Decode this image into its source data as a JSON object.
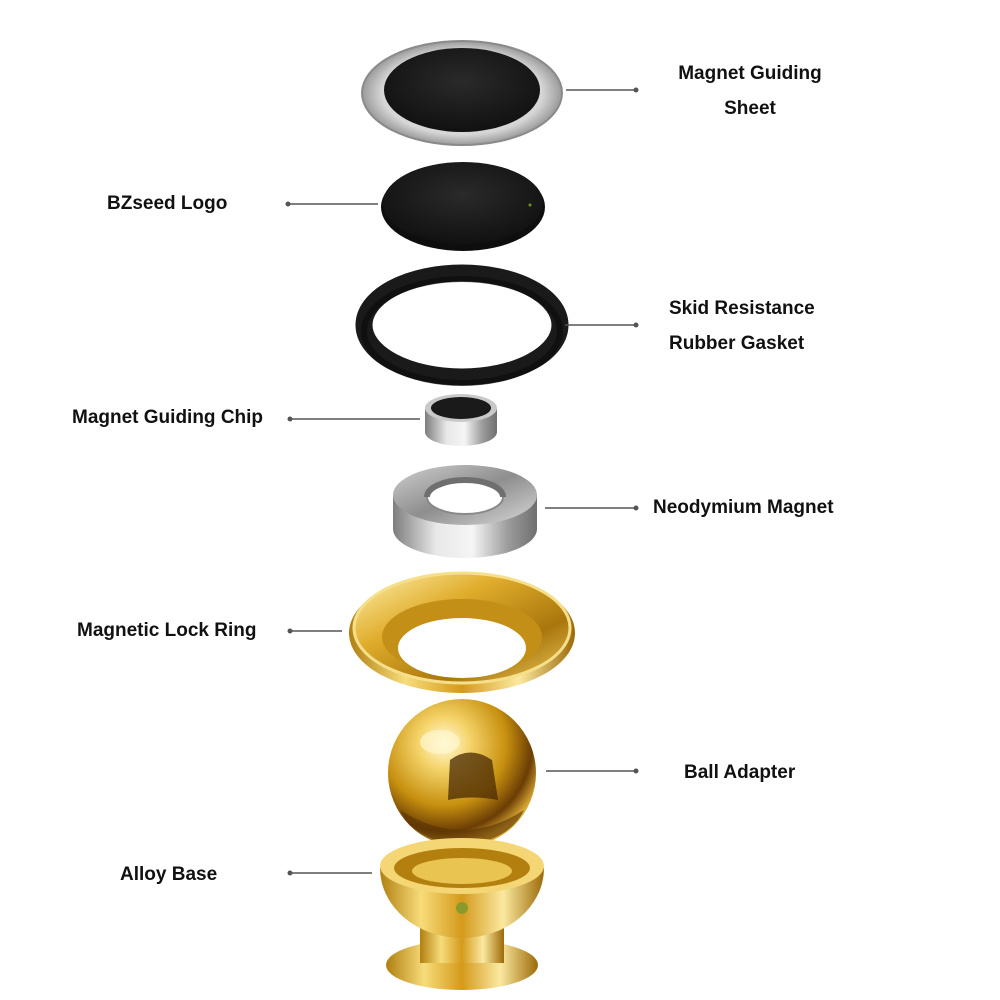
{
  "diagram": {
    "colors": {
      "text": "#111111",
      "leader": "#555555",
      "gold": "#d8a520",
      "silver": "#b8b8b8",
      "black": "#1a1a1a"
    },
    "parts": [
      {
        "id": "magnet-guiding-sheet",
        "icon": "steel-disc-icon",
        "label_lines": [
          "Magnet Guiding",
          "Sheet"
        ]
      },
      {
        "id": "bzseed-logo",
        "icon": "black-disc-icon",
        "label_lines": [
          "BZseed Logo"
        ]
      },
      {
        "id": "rubber-gasket",
        "icon": "rubber-ring-icon",
        "label_lines": [
          "Skid Resistance",
          "Rubber Gasket"
        ]
      },
      {
        "id": "magnet-guiding-chip",
        "icon": "chip-magnet-icon",
        "label_lines": [
          "Magnet Guiding Chip"
        ]
      },
      {
        "id": "neodymium-magnet",
        "icon": "ring-magnet-icon",
        "label_lines": [
          "Neodymium Magnet"
        ]
      },
      {
        "id": "magnetic-lock-ring",
        "icon": "gold-lock-ring-icon",
        "label_lines": [
          "Magnetic Lock Ring"
        ]
      },
      {
        "id": "ball-adapter",
        "icon": "gold-ball-icon",
        "label_lines": [
          "Ball Adapter"
        ]
      },
      {
        "id": "alloy-base",
        "icon": "gold-cup-base-icon",
        "label_lines": [
          "Alloy Base"
        ]
      }
    ]
  }
}
